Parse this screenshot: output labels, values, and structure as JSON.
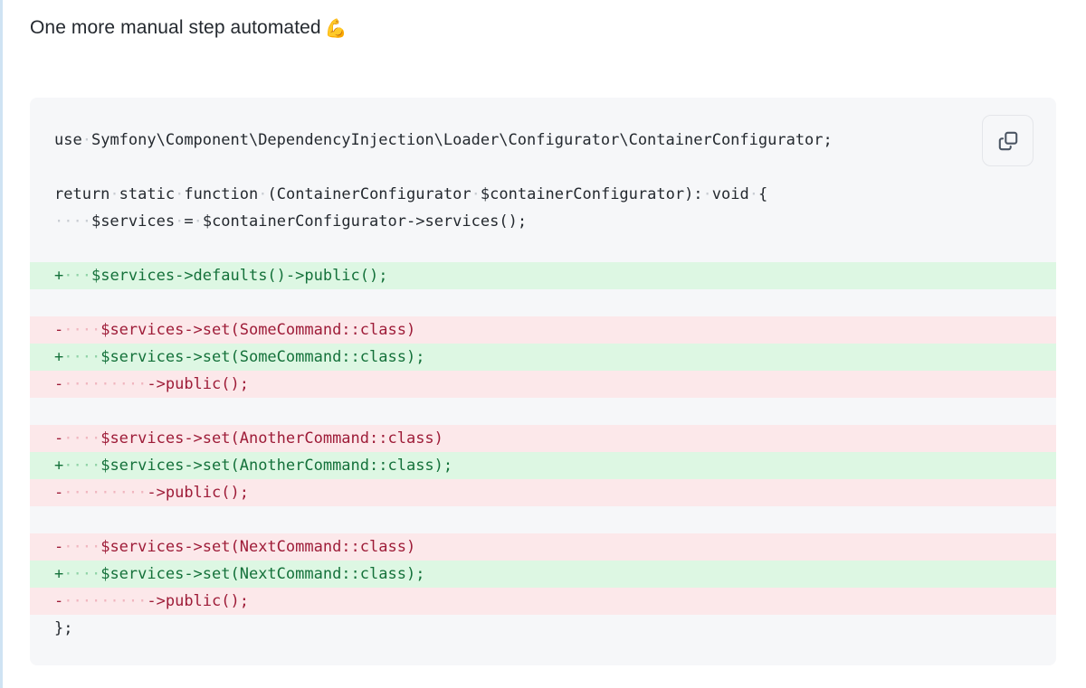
{
  "post": {
    "title": "One more manual step automated",
    "emoji": "💪"
  },
  "code_block": {
    "copy_button_label": "",
    "copy_icon": "copy-icon",
    "language": "php",
    "colors": {
      "card_background": "#f6f7f9",
      "added_background": "#ddf7e3",
      "added_text": "#14713a",
      "removed_background": "#fce8ea",
      "removed_text": "#9e1c38",
      "default_text": "#24292f",
      "whitespace_dot": "#c8ccd2",
      "left_rail": "#cfe3f3"
    },
    "whitespace_marker": "·",
    "lines": [
      {
        "type": "context",
        "marker": "",
        "indent": 0,
        "text": "use·Symfony\\Component\\DependencyInjection\\Loader\\Configurator\\ContainerConfigurator;"
      },
      {
        "type": "blank",
        "marker": "",
        "indent": 0,
        "text": ""
      },
      {
        "type": "context",
        "marker": "",
        "indent": 0,
        "text": "return·static·function·(ContainerConfigurator·$containerConfigurator):·void·{"
      },
      {
        "type": "context",
        "marker": "",
        "indent": 4,
        "text": "$services·=·$containerConfigurator->services();"
      },
      {
        "type": "blank",
        "marker": "",
        "indent": 0,
        "text": ""
      },
      {
        "type": "add",
        "marker": "+",
        "indent": 3,
        "text": "$services->defaults()->public();"
      },
      {
        "type": "blank",
        "marker": "",
        "indent": 0,
        "text": ""
      },
      {
        "type": "del",
        "marker": "-",
        "indent": 4,
        "text": "$services->set(SomeCommand::class)"
      },
      {
        "type": "add",
        "marker": "+",
        "indent": 4,
        "text": "$services->set(SomeCommand::class);"
      },
      {
        "type": "del",
        "marker": "-",
        "indent": 9,
        "text": "->public();"
      },
      {
        "type": "blank",
        "marker": "",
        "indent": 0,
        "text": ""
      },
      {
        "type": "del",
        "marker": "-",
        "indent": 4,
        "text": "$services->set(AnotherCommand::class)"
      },
      {
        "type": "add",
        "marker": "+",
        "indent": 4,
        "text": "$services->set(AnotherCommand::class);"
      },
      {
        "type": "del",
        "marker": "-",
        "indent": 9,
        "text": "->public();"
      },
      {
        "type": "blank",
        "marker": "",
        "indent": 0,
        "text": ""
      },
      {
        "type": "del",
        "marker": "-",
        "indent": 4,
        "text": "$services->set(NextCommand::class)"
      },
      {
        "type": "add",
        "marker": "+",
        "indent": 4,
        "text": "$services->set(NextCommand::class);"
      },
      {
        "type": "del",
        "marker": "-",
        "indent": 9,
        "text": "->public();"
      },
      {
        "type": "context",
        "marker": "",
        "indent": 0,
        "text": "};"
      }
    ]
  }
}
